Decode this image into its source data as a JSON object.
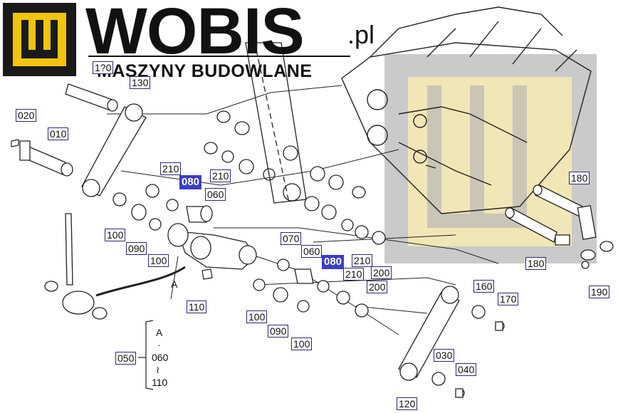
{
  "brand": {
    "name": "WOBIS",
    "suffix": ".pl",
    "tagline": "MASZYNY BUDOWLANE"
  },
  "colors": {
    "logo_dark": "#1a1a1a",
    "logo_yellow": "#f1c40f",
    "highlight": "#3b3fc4",
    "watermark": "#b5b5b5"
  },
  "callouts": {
    "c020": "020",
    "c010": "010",
    "c1x0": "1?0",
    "c130": "130",
    "c210a": "210",
    "c080a": "080",
    "c060a": "060",
    "c210b": "210",
    "c100a": "100",
    "c090a": "090",
    "c100b": "100",
    "c110": "110",
    "c070": "070",
    "c060b": "060",
    "c080b": "080",
    "c210c": "210",
    "c210d": "210",
    "c200a": "200",
    "c200b": "200",
    "c100c": "100",
    "c090b": "090",
    "c100d": "100",
    "c180a": "180",
    "c180b": "180",
    "c190": "190",
    "c160": "160",
    "c170": "170",
    "c030": "030",
    "c040": "040",
    "c120": "120",
    "c050": "050"
  },
  "legend": {
    "a": "A",
    "dot": "·",
    "from": "060",
    "tilde": "≀",
    "to": "110"
  },
  "annotations": {
    "point_a": "A"
  }
}
